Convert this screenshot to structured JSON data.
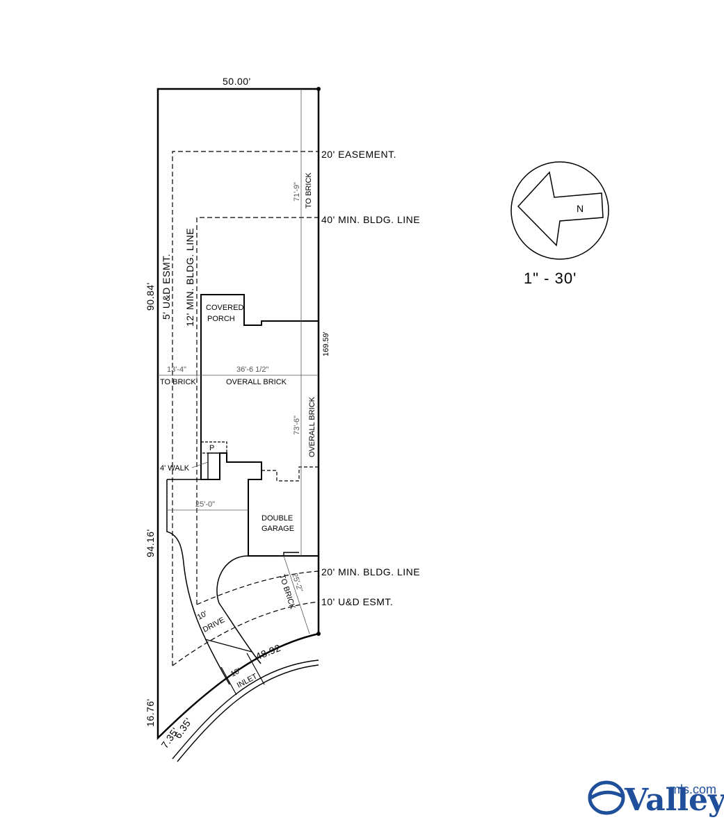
{
  "site_plan": {
    "top_frontage": "50.00'",
    "left_upper": "90.84'",
    "left_lower": "94.16'",
    "left_bottom": "16.76'",
    "bottom_a": "7.35'",
    "bottom_b": "6.35'",
    "right_side": "169.59'",
    "curve_chord": "48.92"
  },
  "lines": {
    "easement_20": "20' EASEMENT.",
    "min_bldg_40": "40' MIN. BLDG. LINE",
    "min_bldg_20": "20' MIN. BLDG. LINE",
    "ude_10": "10' U&D ESMT.",
    "ude_5": "5' U&D ESMT.",
    "min_bldg_12": "12' MIN. BLDG. LINE"
  },
  "house": {
    "covered_porch_1": "COVERED",
    "covered_porch_2": "PORCH",
    "double_garage_1": "DOUBLE",
    "double_garage_2": "GARAGE",
    "p_label": "P",
    "walk": "4' WALK"
  },
  "dimensions": {
    "to_brick_top": "71'-9\"",
    "to_brick_top_label": "TO BRICK",
    "side_13": "13'-4\"",
    "side_13_label": "TO BRICK",
    "overall_width": "36'-6 1/2\"",
    "overall_width_label": "OVERALL BRICK",
    "overall_depth": "73'-6\"",
    "overall_depth_label": "OVERALL BRICK",
    "garage_25": "25'-0\"",
    "front_25": "25'-2\"",
    "front_25_label": "TO BRICK",
    "drive_1": "10'",
    "drive_2": "DRIVE",
    "inlet_1": "10'",
    "inlet_2": "INLET"
  },
  "north_arrow": {
    "letter": "N",
    "icon": "north-arrow-icon"
  },
  "scale": "1\" - 30'",
  "logo": {
    "main": "Valley",
    "sub": "mls.com",
    "color": "#1f4e9a"
  }
}
